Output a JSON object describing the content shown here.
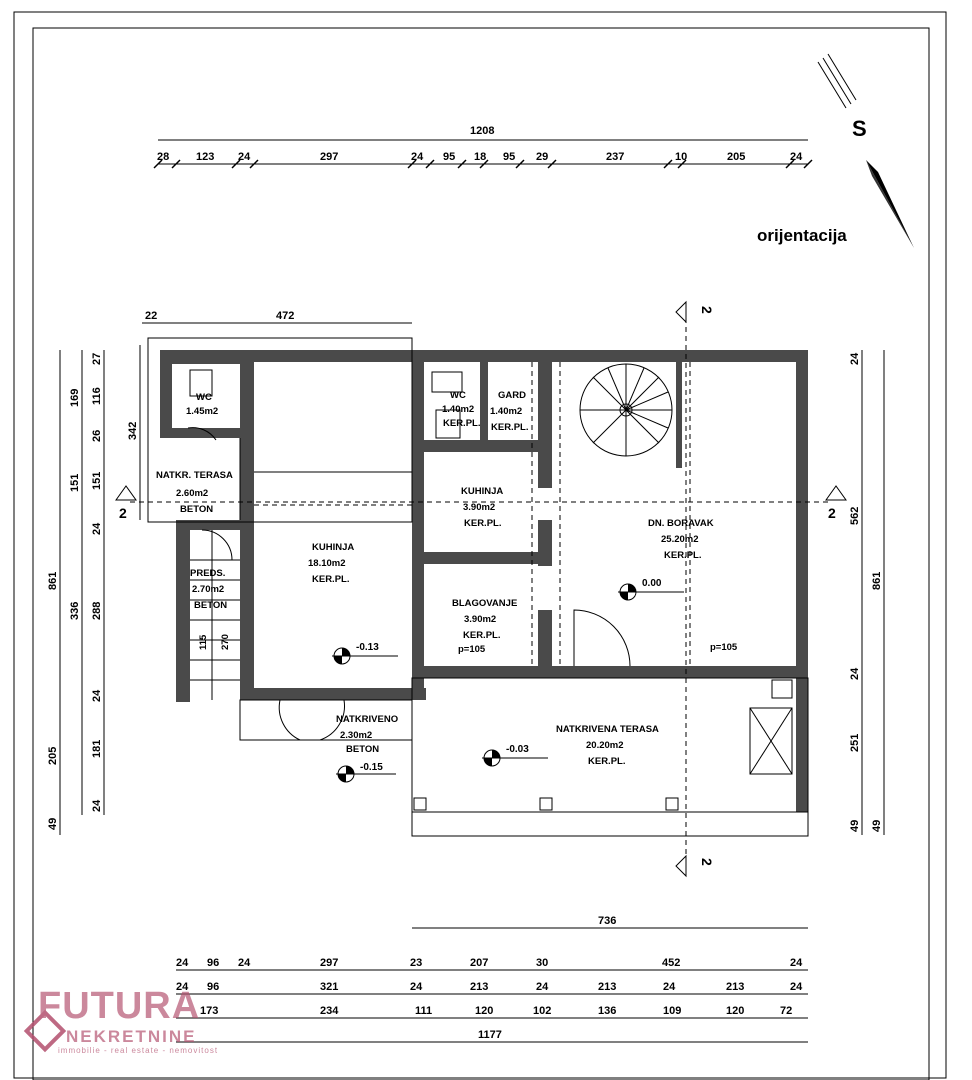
{
  "orientation": {
    "label": "orijentacija",
    "north_letter": "S"
  },
  "section_marker": "2",
  "dims": {
    "top_total": "1208",
    "top_row": [
      "28",
      "123",
      "24",
      "297",
      "24",
      "95",
      "18",
      "95",
      "29",
      "237",
      "10",
      "205",
      "24"
    ],
    "upper_left": [
      "22",
      "472"
    ],
    "left_outer": [
      "861",
      "205",
      "49"
    ],
    "left_mid": [
      "169",
      "151",
      "336"
    ],
    "left_inner": [
      "27",
      "116",
      "26",
      "151",
      "24",
      "288",
      "24",
      "181",
      "24"
    ],
    "left_small": [
      "342",
      "115",
      "270"
    ],
    "right": [
      "24",
      "562",
      "24",
      "251",
      "49"
    ],
    "right_outer": [
      "861",
      "49"
    ],
    "bottom_736": "736",
    "bottom_row1": [
      "24",
      "96",
      "24",
      "297",
      "23",
      "207",
      "30",
      "452",
      "24"
    ],
    "bottom_row2": [
      "24",
      "96",
      "321",
      "24",
      "213",
      "24",
      "213",
      "24",
      "213",
      "24"
    ],
    "bottom_row3": [
      "173",
      "234",
      "111",
      "120",
      "102",
      "136",
      "109",
      "120",
      "72"
    ],
    "bottom_total": "1177"
  },
  "rooms": {
    "wc": {
      "name": "WC",
      "area": "1.45m2"
    },
    "natkr_terasa": {
      "name": "NATKR. TERASA",
      "area": "2.60m2",
      "floor": "BETON"
    },
    "predsoblje": {
      "name": "PREDS.",
      "area": "2.70m2",
      "floor": "BETON"
    },
    "kuhinja_big": {
      "name": "KUHINJA",
      "area": "18.10m2",
      "floor": "KER.PL."
    },
    "wc2": {
      "name": "WC",
      "area": "1.40m2",
      "floor": "KER.PL."
    },
    "gard": {
      "name": "GARD",
      "area": "1.40m2",
      "floor": "KER.PL."
    },
    "kuhinja_small": {
      "name": "KUHINJA",
      "area": "3.90m2",
      "floor": "KER.PL."
    },
    "blagovanje": {
      "name": "BLAGOVANJE",
      "area": "3.90m2",
      "floor": "KER.PL.",
      "note": "p=105"
    },
    "dnevni": {
      "name": "DN. BORAVAK",
      "area": "25.20m2",
      "floor": "KER.PL.",
      "note": "p=105"
    },
    "natkriveno": {
      "name": "NATKRIVENO",
      "area": "2.30m2",
      "floor": "BETON"
    },
    "natkrivena_terasa": {
      "name": "NATKRIVENA TERASA",
      "area": "20.20m2",
      "floor": "KER.PL."
    }
  },
  "levels": {
    "kuhinja": "-0.13",
    "dnevni": "0.00",
    "terasa": "-0.03",
    "ulaz": "-0.15"
  },
  "logo": {
    "name": "FUTURA",
    "sub": "NEKRETNINE",
    "tagline": "immobilie - real estate - nemovitost",
    "color": "#b3506e"
  }
}
